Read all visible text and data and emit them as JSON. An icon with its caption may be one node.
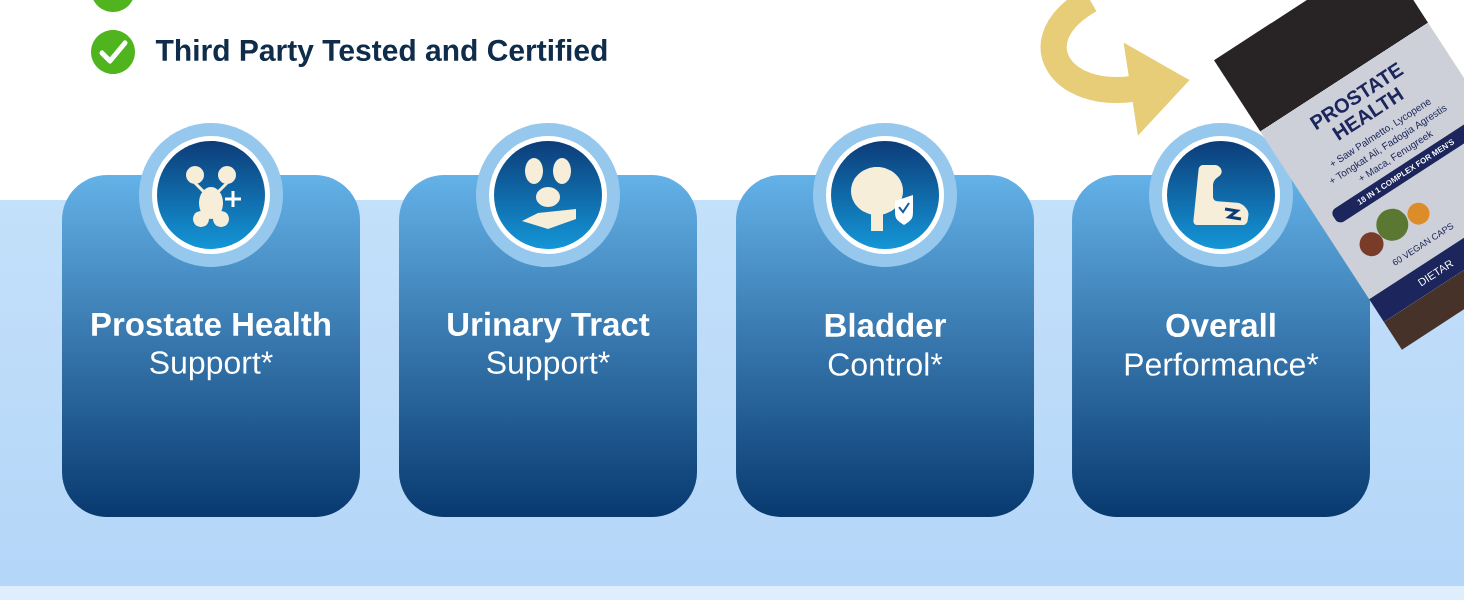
{
  "diagram": {
    "nodes": [
      {
        "text": [
          "Prostate Health",
          "Support*"
        ]
      },
      {
        "text": [
          "Urinary Tract",
          "Support*"
        ]
      },
      {
        "text": [
          "Bladder",
          "Control*"
        ]
      },
      {
        "text": [
          "Overall",
          "Performance*"
        ]
      }
    ],
    "labels": [
      "Third Party Tested and Certified",
      "PROSTATE HEALTH",
      "+ Saw Palmetto, Lycopene",
      "+ Tongkat Ali, Fadogia Agrestis",
      "+ Maca, Fenugreek",
      "18 IN 1 COMPLEX FOR MEN'S",
      "60 VEGAN CAPS",
      "DIETAR"
    ]
  }
}
